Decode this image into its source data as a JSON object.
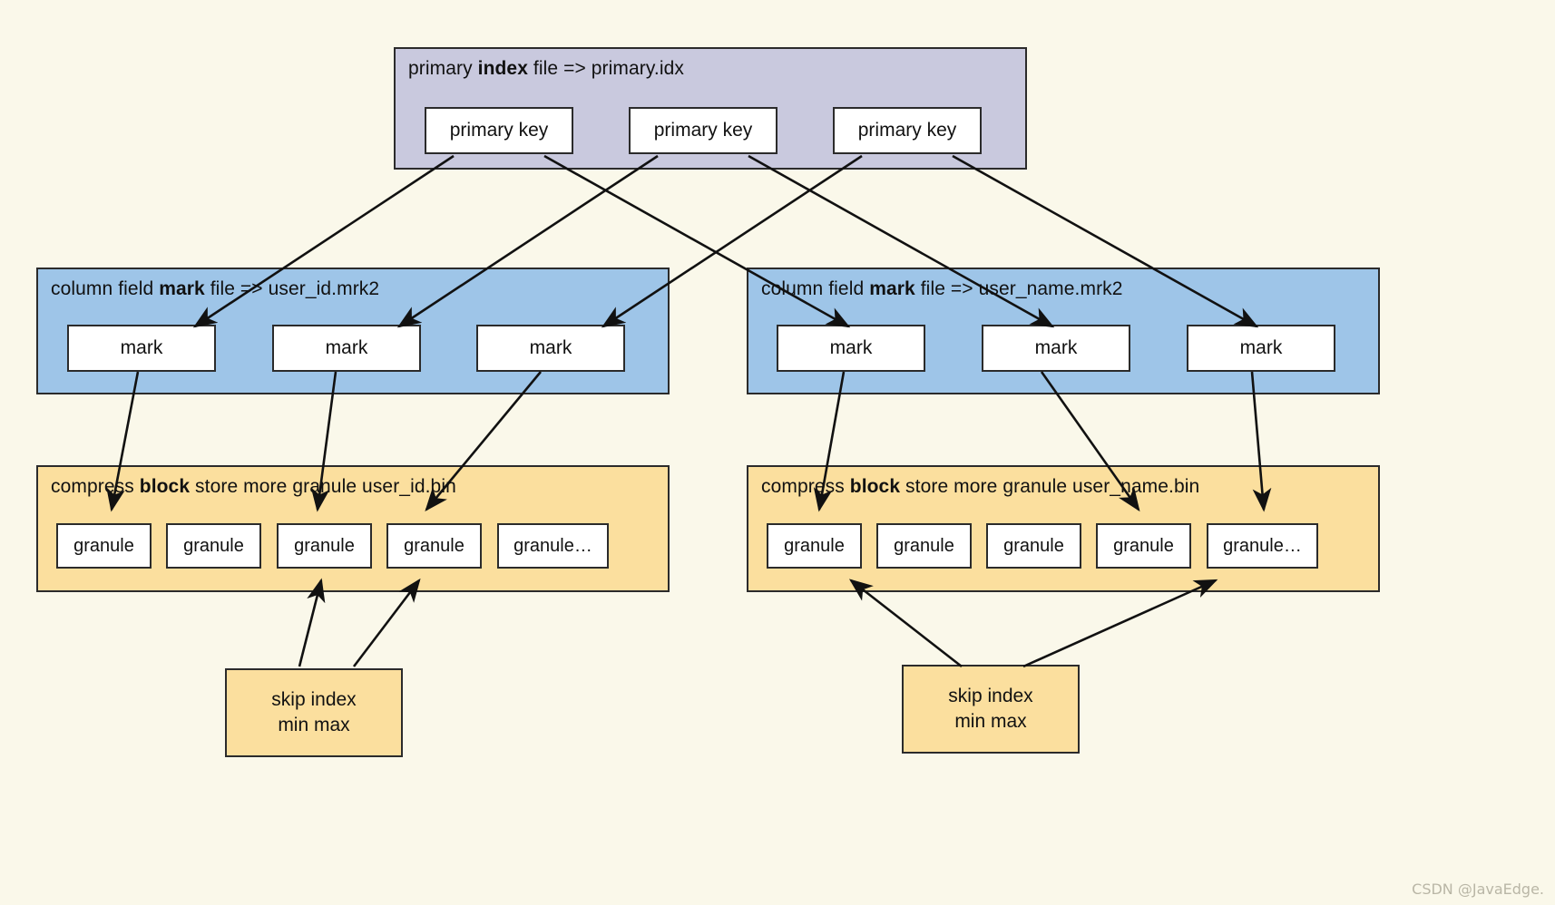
{
  "diagram": {
    "title": "ClickHouse MergeTree storage layout",
    "background_color": "#faf8ea",
    "watermark": "CSDN @JavaEdge."
  },
  "groups": {
    "primary_index": {
      "label_pre": "primary ",
      "label_bold": "index",
      "label_post": " file => primary.idx",
      "color": "#c9c9de",
      "items": [
        {
          "label": "primary key"
        },
        {
          "label": "primary key"
        },
        {
          "label": "primary key"
        }
      ]
    },
    "mark_user_id": {
      "label_pre": "column field ",
      "label_bold": "mark",
      "label_post": " file => user_id.mrk2",
      "color": "#9ec5e8",
      "items": [
        {
          "label": "mark"
        },
        {
          "label": "mark"
        },
        {
          "label": "mark"
        }
      ]
    },
    "mark_user_name": {
      "label_pre": "column field ",
      "label_bold": "mark",
      "label_post": " file => user_name.mrk2",
      "color": "#9ec5e8",
      "items": [
        {
          "label": "mark"
        },
        {
          "label": "mark"
        },
        {
          "label": "mark"
        }
      ]
    },
    "block_user_id": {
      "label_pre": "compress ",
      "label_bold": "block",
      "label_post": " store more granule user_id.bin",
      "color": "#fbdf9e",
      "items": [
        {
          "label": "granule"
        },
        {
          "label": "granule"
        },
        {
          "label": "granule"
        },
        {
          "label": "granule"
        },
        {
          "label": "granule…"
        }
      ]
    },
    "block_user_name": {
      "label_pre": "compress ",
      "label_bold": "block",
      "label_post": " store more granule user_name.bin",
      "color": "#fbdf9e",
      "items": [
        {
          "label": "granule"
        },
        {
          "label": "granule"
        },
        {
          "label": "granule"
        },
        {
          "label": "granule"
        },
        {
          "label": "granule…"
        }
      ]
    }
  },
  "skip_indexes": {
    "left": {
      "line1": "skip index",
      "line2": "min max",
      "color": "#fbdf9e"
    },
    "right": {
      "line1": "skip index",
      "line2": "min max",
      "color": "#fbdf9e"
    }
  }
}
